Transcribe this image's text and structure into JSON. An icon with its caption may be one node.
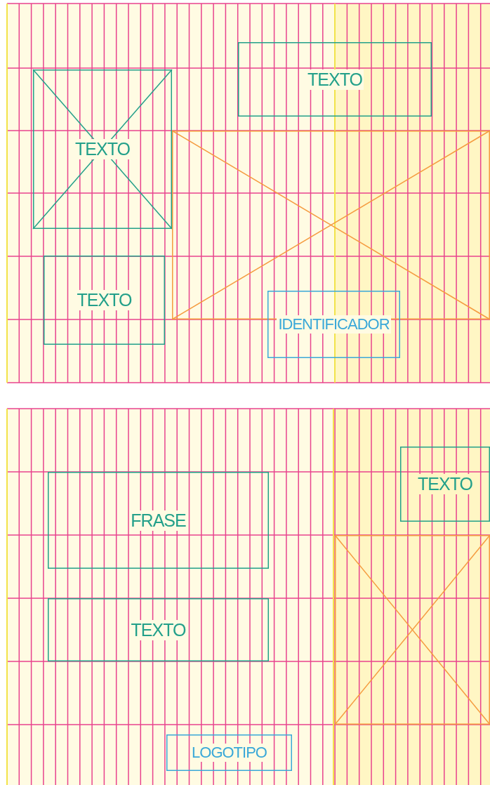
{
  "diagram": {
    "nodes": [
      {
        "text": [
          "TEXTO"
        ]
      },
      {
        "text": [
          "TEXTO"
        ]
      },
      {
        "text": [],
        "shape": "box"
      },
      {
        "text": [
          "TEXTO"
        ]
      },
      {
        "text": [
          "IDENTIFICADOR"
        ]
      },
      {
        "text": [
          "TEXTO"
        ]
      },
      {
        "text": [
          "FRASE"
        ]
      },
      {
        "text": [],
        "shape": "box"
      },
      {
        "text": [
          "TEXTO"
        ]
      },
      {
        "text": [
          "LOGOTIPO"
        ]
      }
    ],
    "edges": []
  }
}
